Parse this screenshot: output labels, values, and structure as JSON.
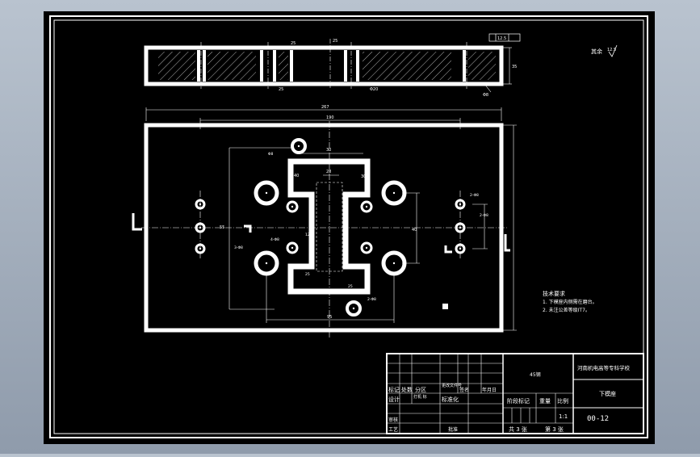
{
  "top_view": {
    "roughness_label": "12.5",
    "material_label": "其余",
    "material_value": "12.5",
    "small_dims": [
      "25",
      "25",
      "25",
      "Φ20",
      "Φ"
    ],
    "callout": "Φ8"
  },
  "plan_view": {
    "overall_width": "267",
    "inner_width": "190",
    "hole_spacing": "95",
    "side_dim_left": "55",
    "dim_labels": [
      "30",
      "28",
      "30",
      "40",
      "40",
      "2-Φ8",
      "2-Φ8",
      "3-Φ8",
      "4-Φ8",
      "2-Φ8",
      "Φ8",
      "25",
      "25",
      "30",
      "12",
      "95"
    ],
    "bottom_dim": "95"
  },
  "tech_notes": {
    "title": "技术要求",
    "line1": "1. 下模座内侧需在磨台。",
    "line2": "2. 未注公差等级IT7。"
  },
  "title_block": {
    "school": "河南机电高等专科学校",
    "part_name": "下模座",
    "material": "45钢",
    "drawing_no": "00-12",
    "scale_value": "1:1",
    "labels": {
      "mark": "标记",
      "count": "处数",
      "zone": "分区",
      "change_doc": "更改文件号",
      "signature": "签名",
      "date": "年月日",
      "design": "设计",
      "standardize": "标准化",
      "stage_mark": "阶段标记",
      "weight": "重量",
      "scale": "比例",
      "review": "审核",
      "process": "工艺",
      "approve": "批准",
      "sheets_total": "共 3 张",
      "sheet_no": "第 3 张",
      "small_label": "打机 标"
    }
  }
}
